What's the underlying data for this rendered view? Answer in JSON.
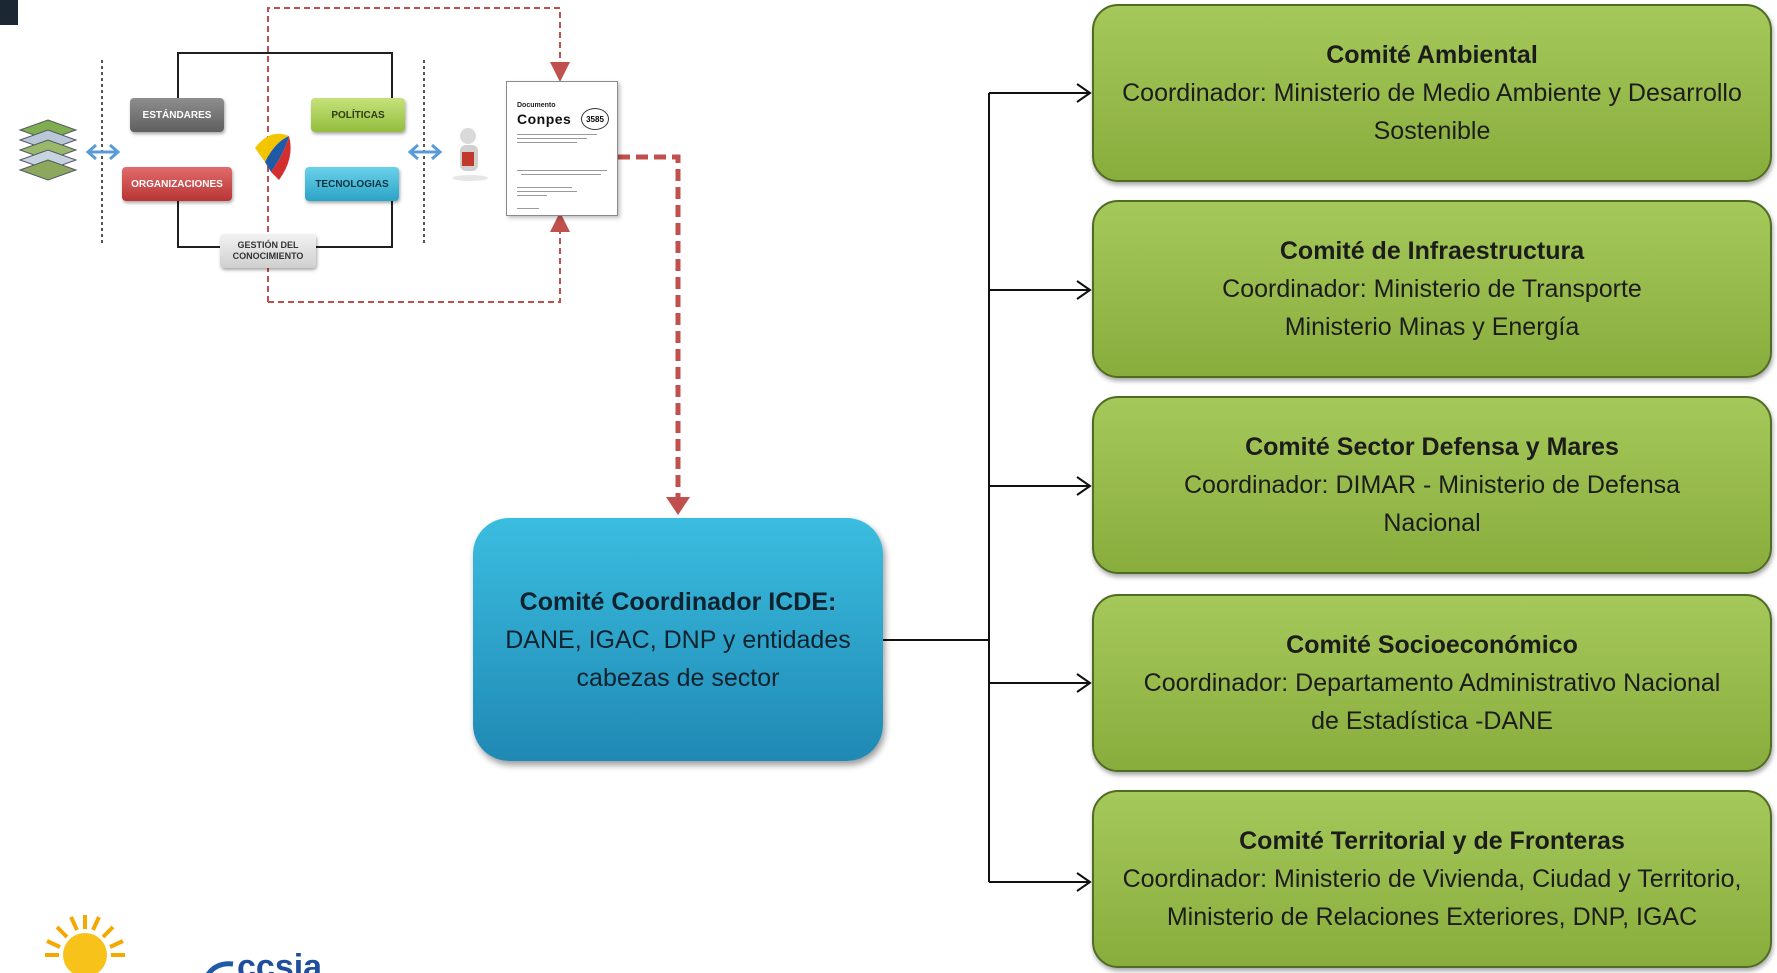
{
  "framework": {
    "estandares": "ESTÁNDARES",
    "organizaciones": "ORGANIZACIONES",
    "politicas": "POLÍTICAS",
    "tecnologias": "TECNOLOGIAS",
    "gestion": "GESTIÓN DEL CONOCIMIENTO"
  },
  "document": {
    "word": "Documento",
    "title": "Conpes",
    "number": "3585"
  },
  "central": {
    "title": "Comité Coordinador ICDE:",
    "body": "DANE, IGAC, DNP y entidades cabezas de sector"
  },
  "committees": [
    {
      "title": "Comité Ambiental",
      "body": "Coordinador: Ministerio de Medio Ambiente y Desarrollo Sostenible"
    },
    {
      "title": "Comité de Infraestructura",
      "body": "Coordinador: Ministerio de Transporte Ministerio Minas y Energía"
    },
    {
      "title": "Comité Sector Defensa y Mares",
      "body": "Coordinador: DIMAR - Ministerio de Defensa Nacional"
    },
    {
      "title": "Comité Socioeconómico",
      "body": "Coordinador: Departamento Administrativo Nacional de Estadística -DANE"
    },
    {
      "title": "Comité Territorial y de Fronteras",
      "body": "Coordinador: Ministerio de Vivienda, Ciudad y Territorio, Ministerio de Relaciones Exteriores, DNP, IGAC"
    }
  ],
  "colors": {
    "committee_fill": "#9bbb59",
    "central_fill": "#31b0d5",
    "dashed_connector": "#c0504d"
  },
  "logo_text": "ccsia"
}
